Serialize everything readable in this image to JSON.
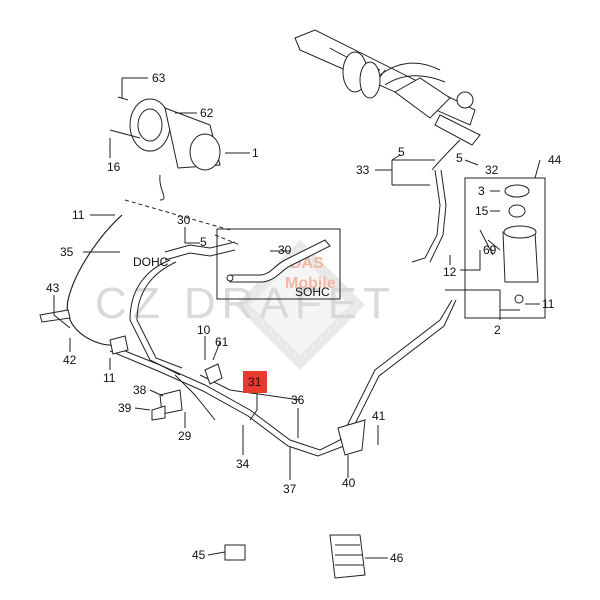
{
  "watermark": {
    "brand": "CZ DRAFET",
    "overlay_top": "DAS",
    "overlay_bottom": "Mobile"
  },
  "engine_labels": {
    "dohc": "DOHC",
    "sohc": "SOHC"
  },
  "highlighted_part": "31",
  "part_numbers": {
    "p63": "63",
    "p62": "62",
    "p1": "1",
    "p16": "16",
    "p11a": "11",
    "p30a": "30",
    "p5a": "5",
    "p35": "35",
    "p30b": "30",
    "p43": "43",
    "p42": "42",
    "p11b": "11",
    "p10": "10",
    "p61": "61",
    "p38": "38",
    "p39": "39",
    "p29": "29",
    "p34": "34",
    "p36": "36",
    "p37": "37",
    "p41": "41",
    "p40": "40",
    "p33": "33",
    "p5b": "5",
    "p5c": "5",
    "p32": "32",
    "p44": "44",
    "p3": "3",
    "p15": "15",
    "p69": "69",
    "p12": "12",
    "p11c": "11",
    "p2": "2",
    "p45": "45",
    "p46": "46"
  },
  "colors": {
    "highlight": "#e63a2e",
    "watermark_gray": "#d9d9d9",
    "lines": "#222222"
  }
}
